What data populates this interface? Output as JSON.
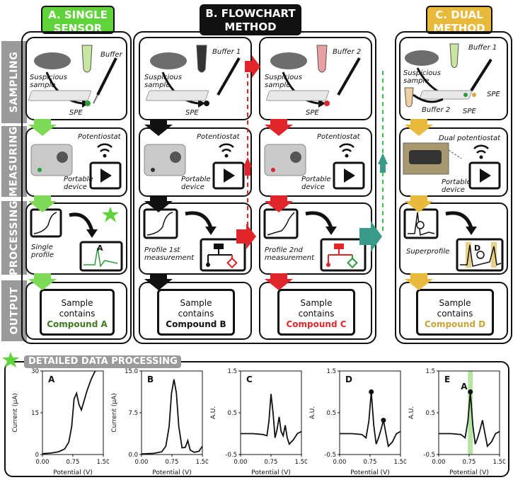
{
  "columns": {
    "a": {
      "title": "A. SINGLE\nSENSOR",
      "color": "#5fd33a"
    },
    "b": {
      "title": "B. FLOWCHART\nMETHOD",
      "color": "#111111"
    },
    "c": {
      "title": "C. DUAL\nMETHOD",
      "color": "#e8b93a"
    }
  },
  "rows": [
    "SAMPLING",
    "MEASURING",
    "PROCESSING",
    "OUTPUT"
  ],
  "sampling": {
    "a": {
      "sample": "Suspicious\nsample",
      "buffer": "Buffer",
      "spe": "SPE"
    },
    "b1": {
      "sample": "Suspicious\nsample",
      "buffer": "Buffer 1",
      "spe": "SPE"
    },
    "b2": {
      "sample": "Suspicious\nsample",
      "buffer": "Buffer 2",
      "spe": "SPE"
    },
    "c": {
      "sample": "Suspicious\nsample",
      "buffer1": "Buffer 1",
      "buffer2": "Buffer 2",
      "spe1": "SPE",
      "spe2": "SPE"
    }
  },
  "measuring": {
    "a": {
      "instrument": "Potentiostat",
      "device": "Portable\ndevice"
    },
    "b1": {
      "instrument": "Potentiostat",
      "device": "Portable\ndevice"
    },
    "b2": {
      "instrument": "Potentiostat",
      "device": "Portable\ndevice"
    },
    "c": {
      "instrument": "Dual potentiostat",
      "device": "Portable\ndevice"
    }
  },
  "processing": {
    "a": {
      "label": "Single\nprofile",
      "tag": "A"
    },
    "b1": {
      "label": "Profile 1st\nmeasurement"
    },
    "b2": {
      "label": "Profile 2nd\nmeasurement"
    },
    "c": {
      "label": "Superprofile",
      "tag": "D"
    }
  },
  "output": {
    "line1": "Sample",
    "line2": "contains",
    "a": {
      "compound": "Compound A",
      "color": "#3c7a1e"
    },
    "b": {
      "compound": "Compound B",
      "color": "#111111"
    },
    "c": {
      "compound": "Compound C",
      "color": "#e0262b"
    },
    "d": {
      "compound": "Compound D",
      "color": "#c9a33a"
    }
  },
  "detail": {
    "title": "DETAILED DATA PROCESSING",
    "xlabel": "Potential (V)"
  },
  "chart_data": [
    {
      "type": "line",
      "panel": "A",
      "ylabel": "Current (μA)",
      "xlabel": "Potential (V)",
      "xlim": [
        0,
        1.5
      ],
      "ylim": [
        0,
        30
      ],
      "xticks": [
        "0.00",
        "0.75",
        "1.50"
      ],
      "yticks": [
        "0",
        "15",
        "30"
      ],
      "x": [
        0,
        0.2,
        0.4,
        0.55,
        0.65,
        0.72,
        0.78,
        0.84,
        0.9,
        0.96,
        1.02,
        1.1,
        1.2,
        1.3,
        1.4,
        1.5
      ],
      "y": [
        0.3,
        0.5,
        1.0,
        2.0,
        4.5,
        10,
        20,
        22,
        18,
        16,
        19,
        23,
        27,
        30,
        33,
        36
      ]
    },
    {
      "type": "line",
      "panel": "B",
      "ylabel": "Current (μA)",
      "xlabel": "Potential (V)",
      "xlim": [
        0,
        1.5
      ],
      "ylim": [
        0,
        15
      ],
      "xticks": [
        "0.00",
        "0.75",
        "1.50"
      ],
      "yticks": [
        "0.0",
        "7.5",
        "15.0"
      ],
      "x": [
        0,
        0.3,
        0.5,
        0.6,
        0.68,
        0.74,
        0.8,
        0.86,
        0.92,
        1.0,
        1.08,
        1.14,
        1.2,
        1.3,
        1.42,
        1.5
      ],
      "y": [
        0.1,
        0.2,
        0.5,
        1.5,
        5,
        11,
        13.5,
        11,
        5,
        1.2,
        1.3,
        2.5,
        0.8,
        0.4,
        0.6,
        1.5
      ]
    },
    {
      "type": "line",
      "panel": "C",
      "ylabel": "A.U.",
      "xlabel": "Potential (V)",
      "xlim": [
        0,
        1.5
      ],
      "ylim": [
        -0.5,
        1.5
      ],
      "xticks": [
        "0.00",
        "0.75",
        "1.50"
      ],
      "yticks": [
        "-0.5",
        "0.5",
        "1.5"
      ],
      "x": [
        0,
        0.3,
        0.55,
        0.65,
        0.7,
        0.75,
        0.8,
        0.85,
        0.9,
        0.95,
        1.0,
        1.05,
        1.1,
        1.15,
        1.2,
        1.3,
        1.4,
        1.5
      ],
      "y": [
        0,
        0,
        -0.02,
        -0.05,
        0.3,
        0.95,
        0.5,
        -0.1,
        0.1,
        0.4,
        0.05,
        -0.05,
        0.2,
        -0.1,
        -0.25,
        -0.15,
        0,
        0.05
      ]
    },
    {
      "type": "line",
      "panel": "D",
      "ylabel": "A.U.",
      "xlabel": "Potential (V)",
      "xlim": [
        0,
        1.5
      ],
      "ylim": [
        -0.5,
        1.5
      ],
      "xticks": [
        "0.00",
        "0.75",
        "1.50"
      ],
      "yticks": [
        "-0.5",
        "0.5",
        "1.5"
      ],
      "x": [
        0,
        0.3,
        0.55,
        0.65,
        0.72,
        0.78,
        0.84,
        0.9,
        0.96,
        1.02,
        1.08,
        1.14,
        1.2,
        1.3,
        1.4,
        1.5
      ],
      "y": [
        0,
        0,
        -0.02,
        -0.1,
        0.3,
        1.0,
        0.2,
        -0.25,
        -0.1,
        0.1,
        0.32,
        0.0,
        -0.3,
        -0.2,
        0,
        0.05
      ],
      "markers": [
        {
          "x": 0.78,
          "y": 1.0
        },
        {
          "x": 1.08,
          "y": 0.32
        }
      ]
    },
    {
      "type": "line",
      "panel": "E",
      "ylabel": "A.U.",
      "xlabel": "Potential (V)",
      "xlim": [
        0,
        1.5
      ],
      "ylim": [
        -0.5,
        1.5
      ],
      "xticks": [
        "0.00",
        "0.75",
        "1.50"
      ],
      "yticks": [
        "-0.5",
        "0.5",
        "1.5"
      ],
      "x": [
        0,
        0.3,
        0.55,
        0.65,
        0.72,
        0.78,
        0.84,
        0.9,
        0.96,
        1.02,
        1.08,
        1.14,
        1.2,
        1.3,
        1.4,
        1.5
      ],
      "y": [
        0,
        0,
        -0.02,
        -0.1,
        0.3,
        1.0,
        0.2,
        -0.25,
        -0.1,
        0.1,
        0.32,
        0.0,
        -0.3,
        -0.2,
        0,
        0.05
      ],
      "markers": [
        {
          "x": 0.78,
          "y": 1.0
        }
      ],
      "highlight": {
        "xmin": 0.72,
        "xmax": 0.84,
        "label": "A",
        "color": "#9fe08a"
      }
    }
  ]
}
